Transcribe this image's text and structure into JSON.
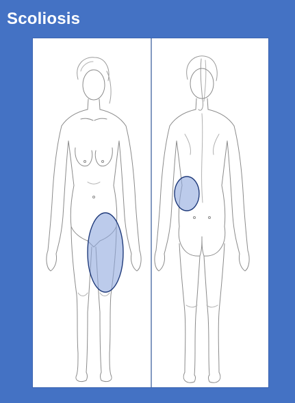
{
  "title": "Scoliosis",
  "colors": {
    "frame": "#4472c4",
    "canvas": "#ffffff",
    "divider": "#2f5597",
    "highlight_fill": "#8fa8de",
    "highlight_stroke": "#1f3a7a"
  },
  "figures": {
    "front": {
      "view": "front",
      "highlight": "left-upper-thigh"
    },
    "back": {
      "view": "back",
      "highlight": "left-lower-back"
    }
  }
}
